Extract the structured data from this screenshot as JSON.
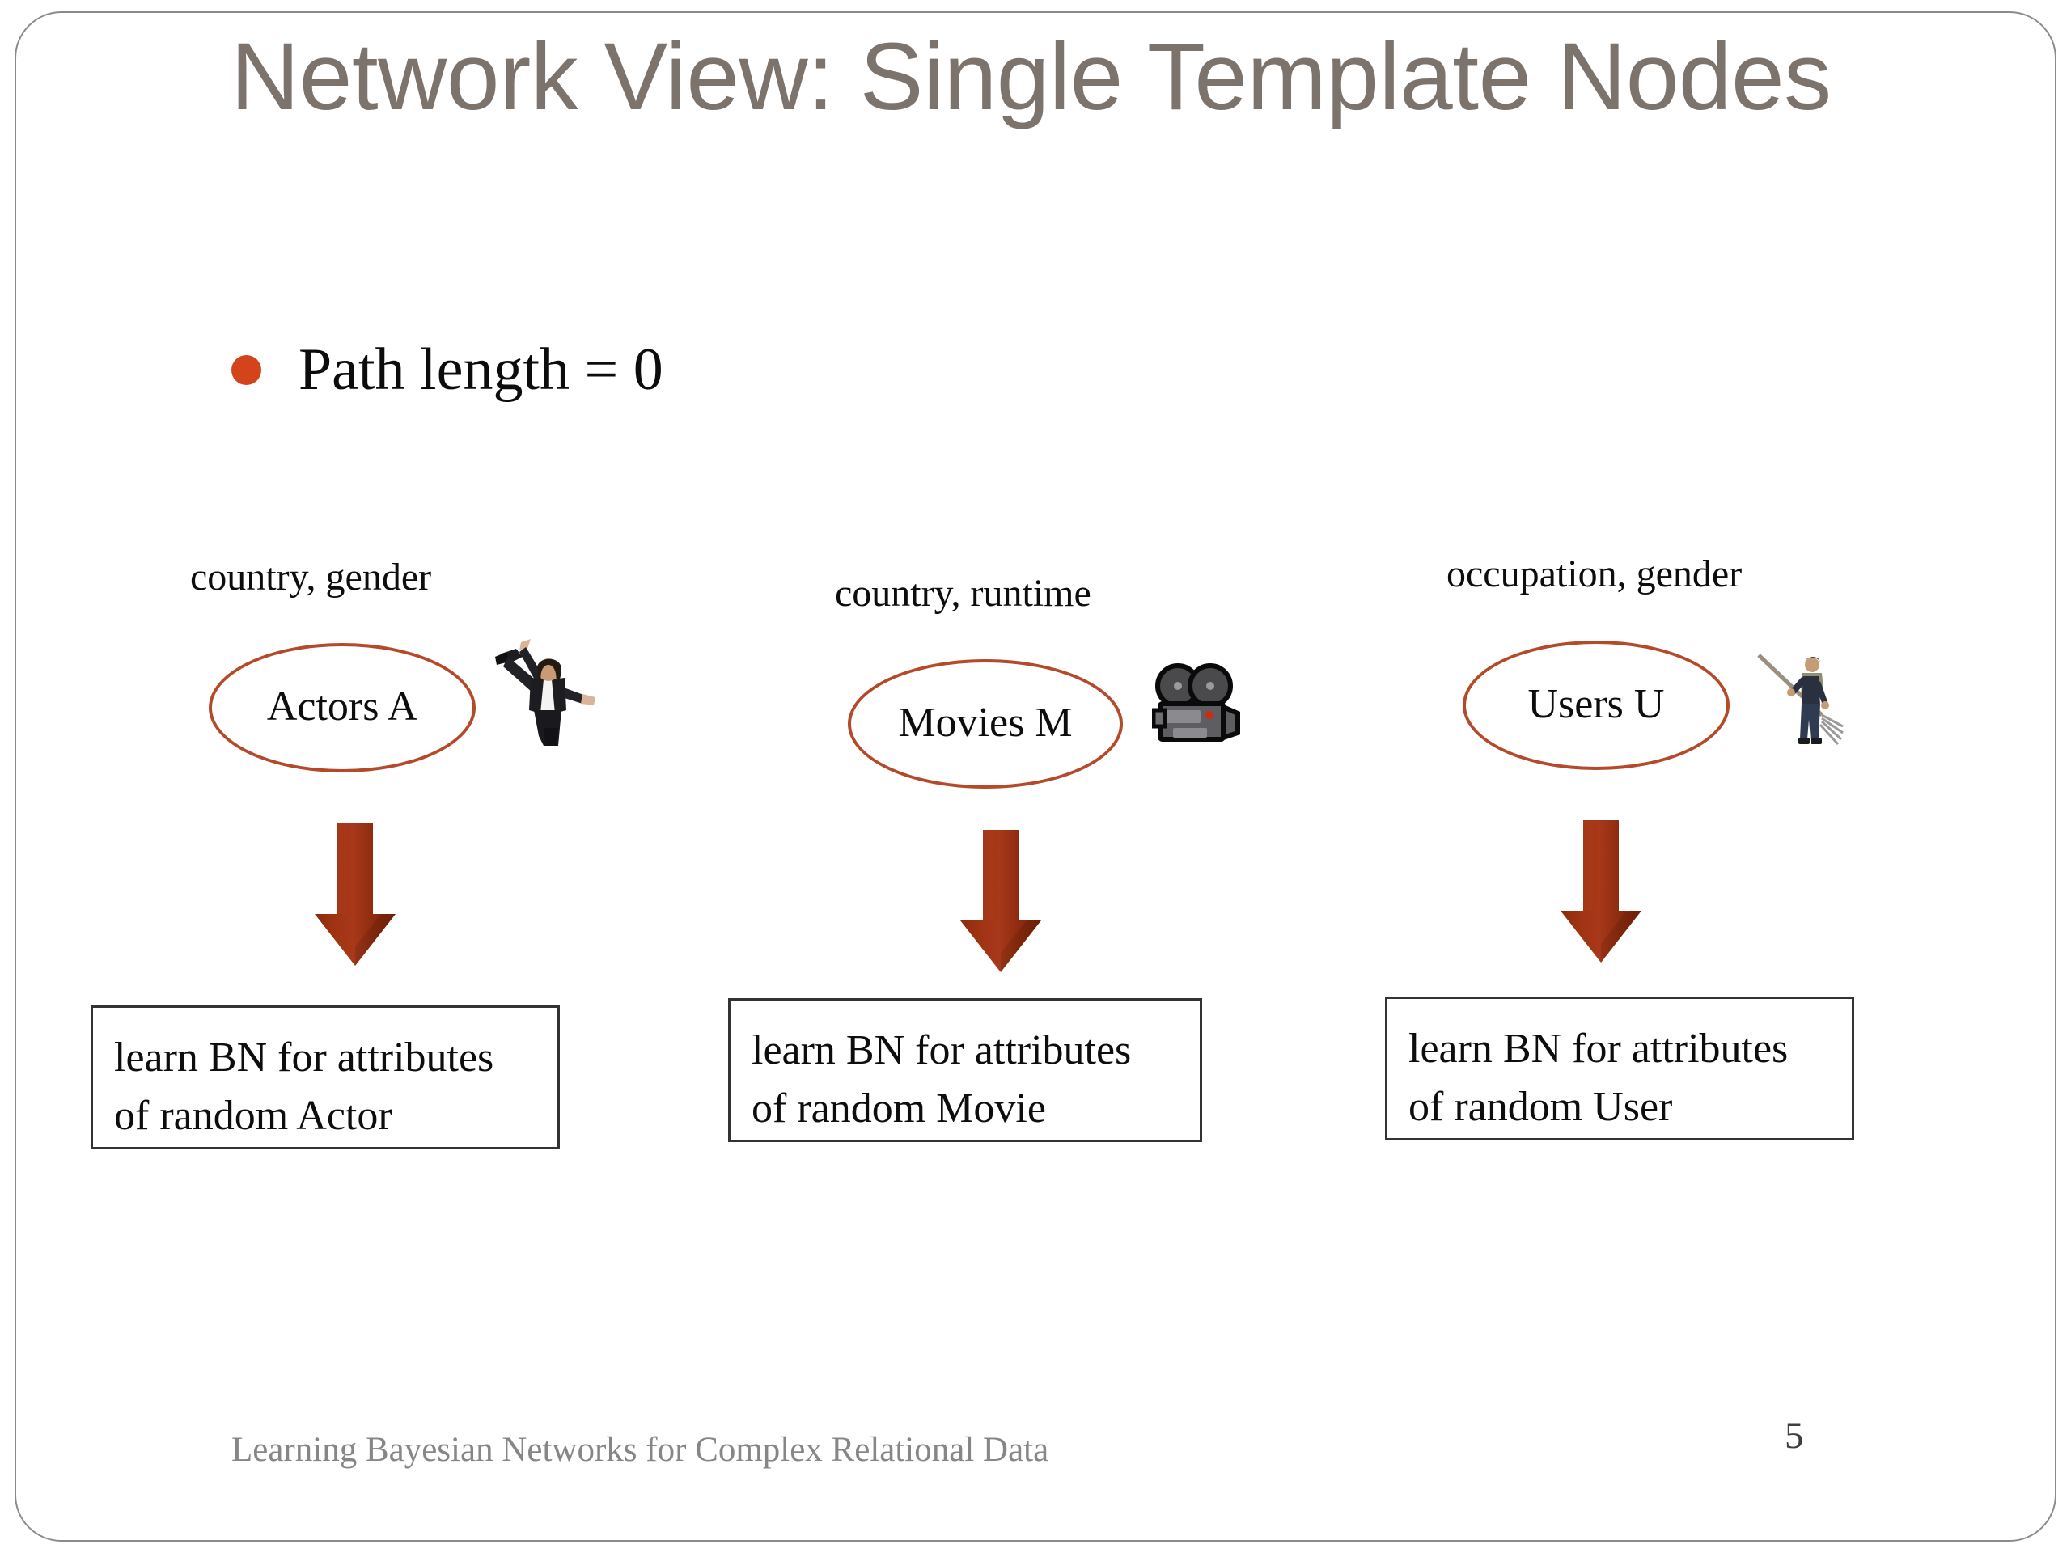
{
  "slide": {
    "title": "Network View: Single Template Nodes",
    "title_color": "#7b736c",
    "page_number": "5",
    "footer": "Learning Bayesian Networks for Complex Relational Data",
    "accent_color": "#b54a2b",
    "bullet_color": "#d4441b",
    "arrow_color": "#9c3012",
    "background": "#ffffff"
  },
  "bullet": {
    "text": "Path length = 0"
  },
  "groups": [
    {
      "attributes": "country, gender",
      "node": "Actors A",
      "icon": "dancing-actor-photo",
      "arrow": "down-arrow",
      "output": "learn BN for attributes of random Actor",
      "output_line1": "learn BN for attributes",
      "output_line2": "of random Actor"
    },
    {
      "attributes": "country, runtime",
      "node": "Movies M",
      "icon": "movie-camera-icon",
      "arrow": "down-arrow",
      "output": "learn BN for attributes of random Movie",
      "output_line1": "learn BN for attributes",
      "output_line2": "of random Movie"
    },
    {
      "attributes": "occupation, gender",
      "node": "Users U",
      "icon": "farmer-photo",
      "arrow": "down-arrow",
      "output": "learn BN for attributes of random User",
      "output_line1": "learn BN for attributes",
      "output_line2": "of random User"
    }
  ]
}
